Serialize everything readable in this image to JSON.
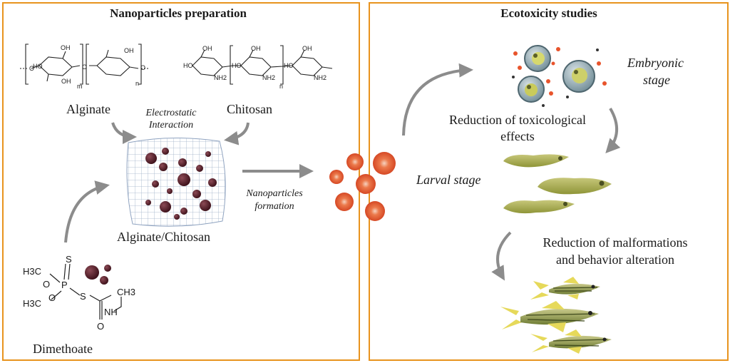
{
  "left_panel": {
    "title": "Nanoparticles preparation",
    "alginate_label": "Alginate",
    "chitosan_label": "Chitosan",
    "interaction_line1": "Electrostatic",
    "interaction_line2": "Interaction",
    "composite_label": "Alginate/Chitosan",
    "dimethoate_label": "Dimethoate",
    "formation_line1": "Nanoparticles",
    "formation_line2": "formation",
    "alginate_structure": {
      "oh_top_left": "OH",
      "ho_left": "HO",
      "oh_bottom": "OH",
      "m_subscript": "m",
      "oh_top_right": "OH",
      "n_subscript": "n",
      "o_link_1": "O",
      "o_link_2": "O",
      "o_end": "O"
    },
    "chitosan_structure": {
      "oh_1": "OH",
      "ho_1": "HO",
      "nh2_1": "NH2",
      "oh_2": "OH",
      "ho_2": "HO",
      "nh2_2": "NH2",
      "oh_3": "OH",
      "ho_3": "HO",
      "nh2_3": "NH2",
      "n_subscript": "n"
    },
    "dimethoate_structure": {
      "h3c_top": "H3C",
      "o_top": "O",
      "s_double": "S",
      "p": "P",
      "h3c_bottom": "H3C",
      "o_bottom": "O",
      "s_link": "S",
      "ch3": "CH3",
      "nh": "NH",
      "o_carbonyl": "O"
    }
  },
  "right_panel": {
    "title": "Ecotoxicity studies",
    "embryonic_line1": "Embryonic",
    "embryonic_line2": "stage",
    "toxic_line1": "Reduction of toxicological",
    "toxic_line2": "effects",
    "larval_label": "Larval stage",
    "malform_line1": "Reduction of malformations",
    "malform_line2": "and behavior alteration"
  },
  "colors": {
    "panel_border": "#e8931e",
    "nanoparticle": "#e8542c",
    "drug_particle": "#4a1620",
    "arrow": "#8c8c8c",
    "embryo_shell": "#6d8a94",
    "larva": "#a3a74a",
    "adult_fish": "#7a8a3c",
    "fin": "#e6d95a"
  }
}
